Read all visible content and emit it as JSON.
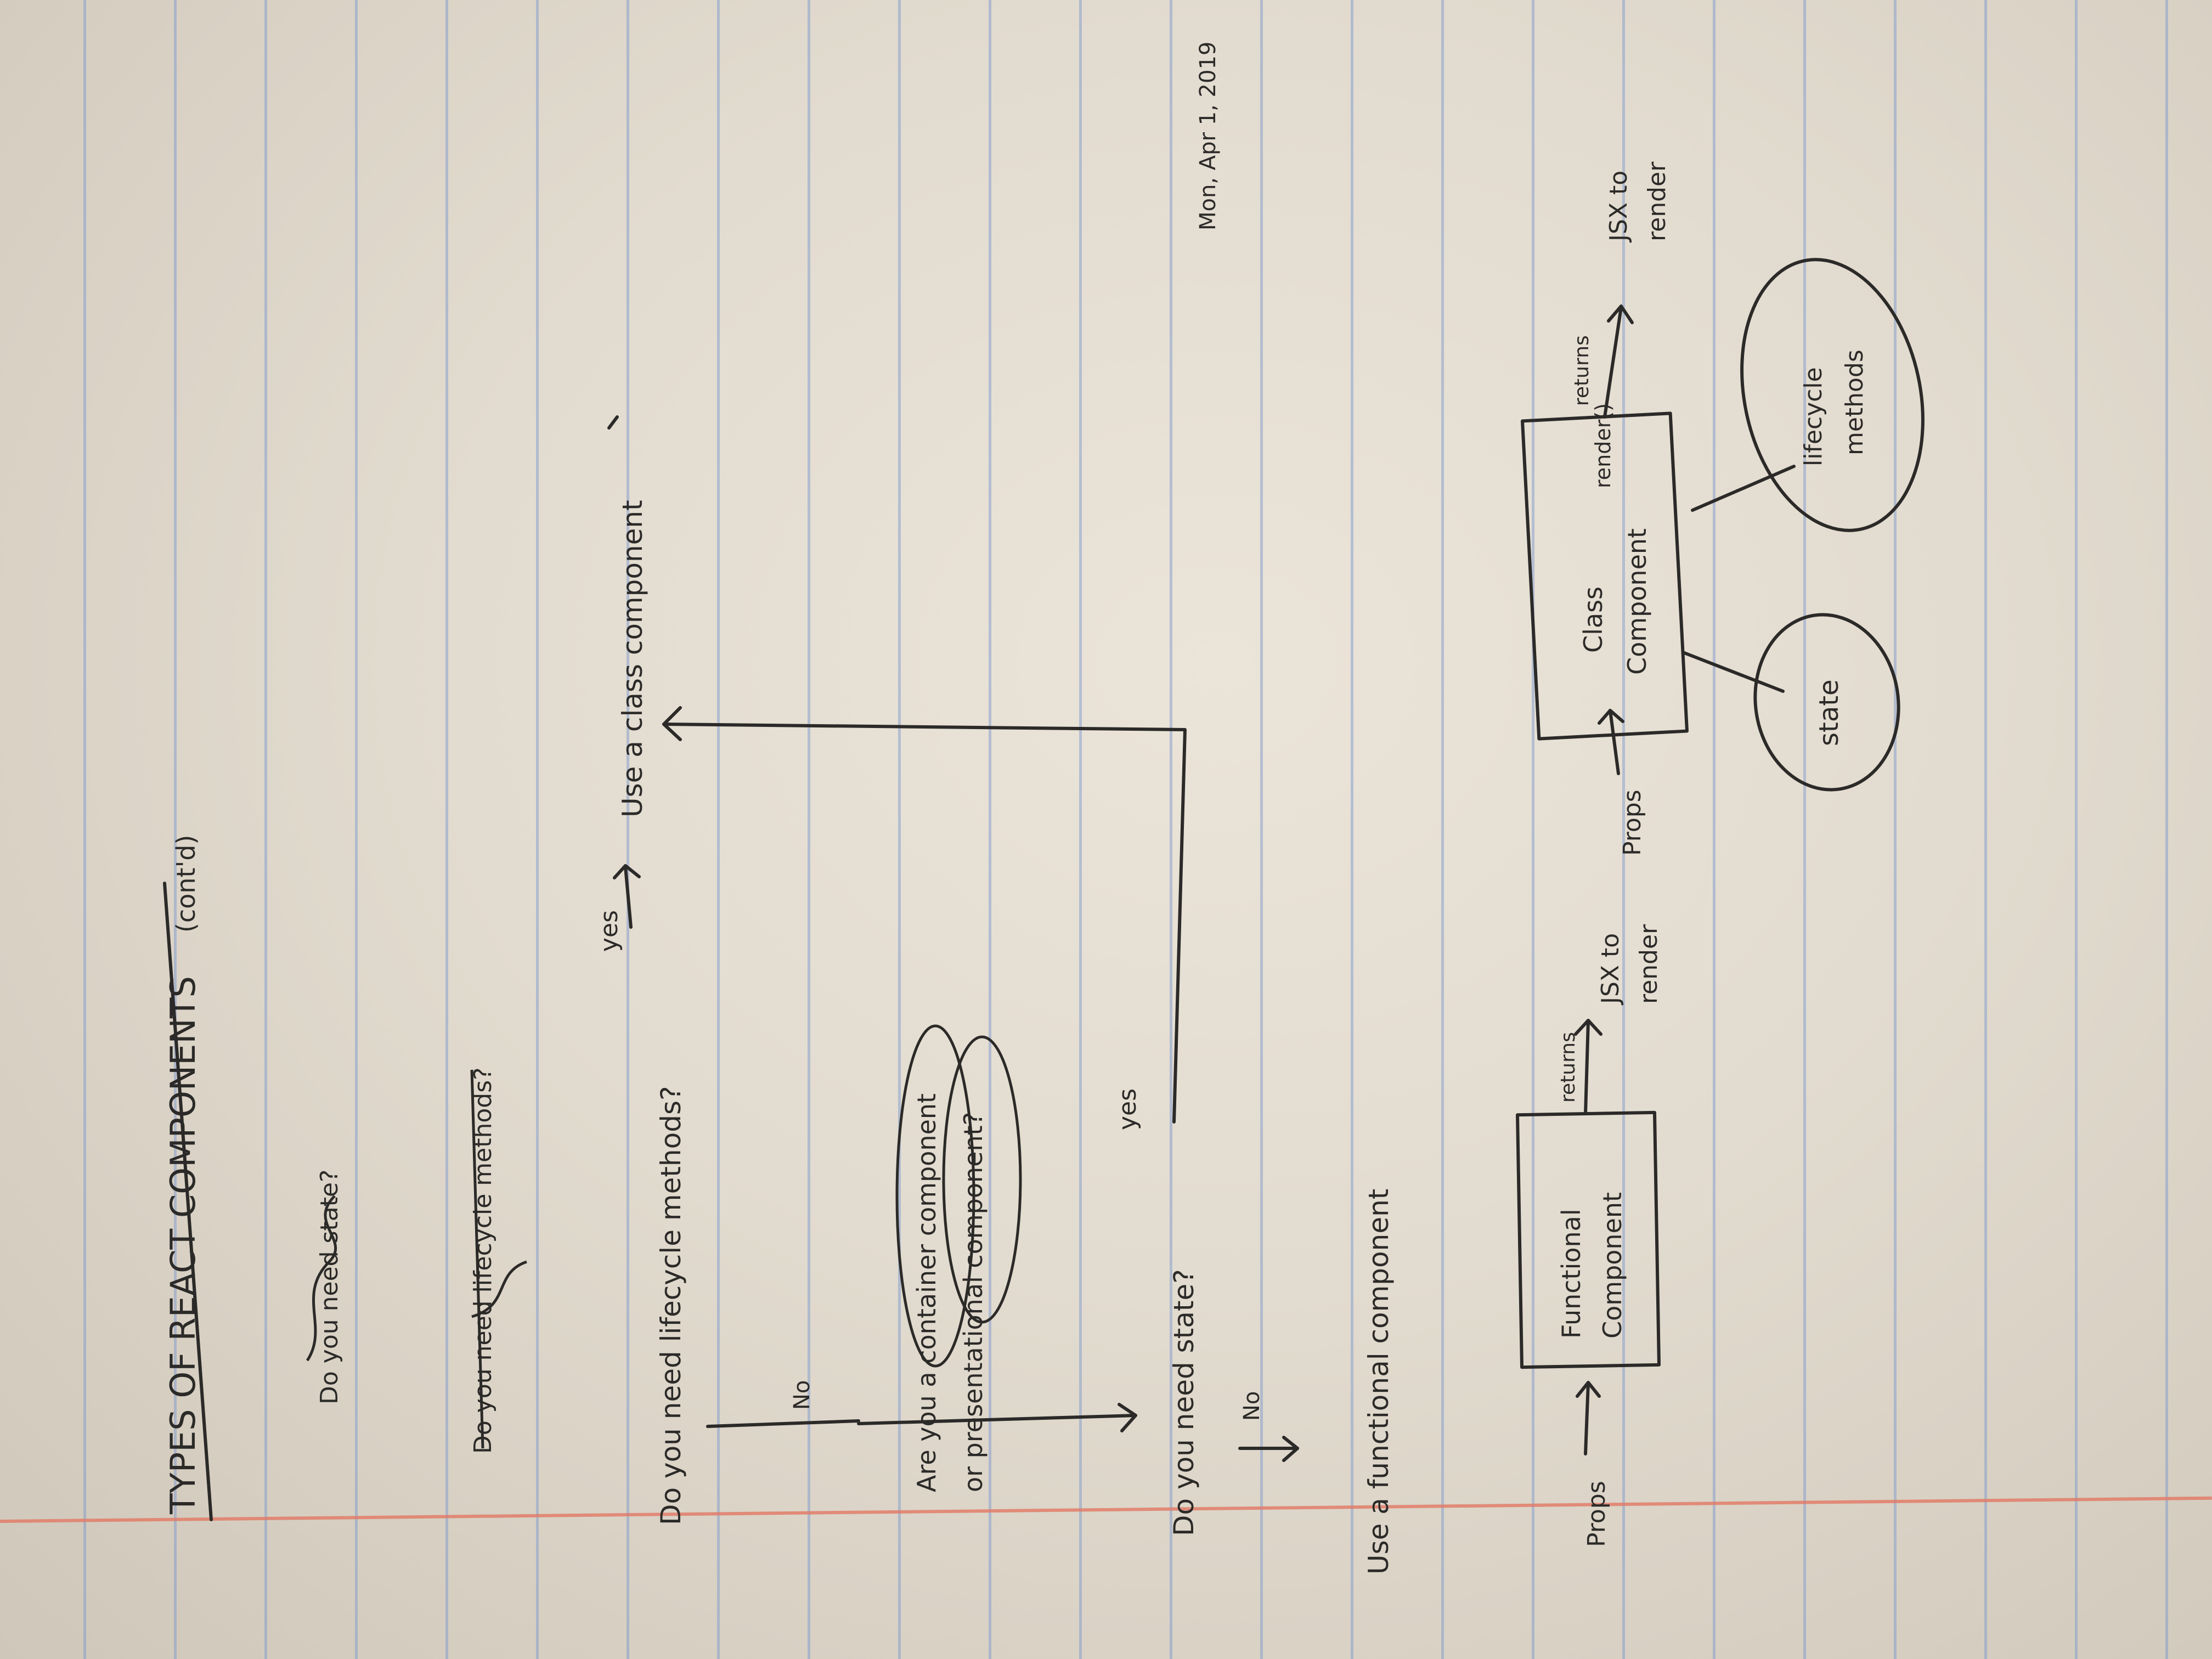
{
  "notes": {
    "date": "Mon, Apr 1, 2019",
    "title": "TYPES OF REACT COMPONENTS",
    "title_note": "(cont'd)",
    "struck_1": "Do you need state?",
    "struck_2": "Do you need lifecycle methods?",
    "q_lifecycle": "Do you need lifecycle methods?",
    "yes_1": "yes",
    "use_class": "Use a class component",
    "no_1": "No",
    "q_container_1": "Are you a container component",
    "q_container_2": "or presentational component?",
    "q_state": "Do you need state?",
    "yes_2": "yes",
    "no_2": "No",
    "use_functional": "Use a functional component"
  },
  "diagrams": {
    "functional": {
      "input": "Props",
      "box_line1": "Functional",
      "box_line2": "Component",
      "arrow_label": "returns",
      "output_line1": "JSX to",
      "output_line2": "render"
    },
    "class": {
      "input": "Props",
      "box_line1": "Class",
      "box_line2": "Component",
      "method": "render()",
      "arrow_label": "returns",
      "output_line1": "JSX to",
      "output_line2": "render",
      "bubble_1": "state",
      "bubble_2_line1": "lifecycle",
      "bubble_2_line2": "methods"
    }
  },
  "colors": {
    "ink": "#2b2a28",
    "rule_line": "#7896cd",
    "margin_line": "#e27864"
  }
}
